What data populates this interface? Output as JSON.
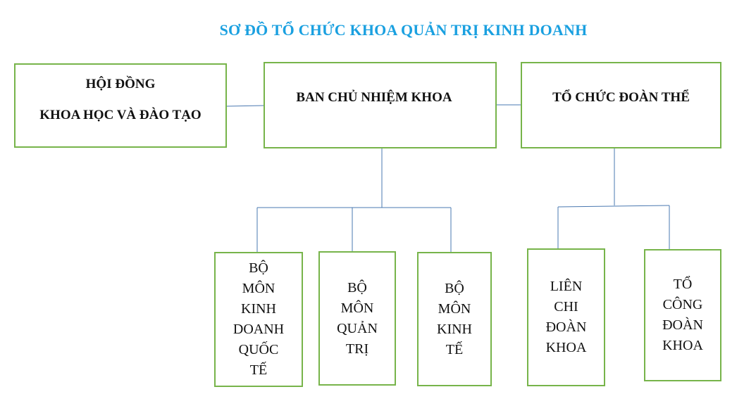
{
  "title": "SƠ ĐỒ TỔ CHỨC KHOA QUẢN TRỊ KINH DOANH",
  "boxes": {
    "council": {
      "line1": "HỘI ĐỒNG",
      "line2": "KHOA HỌC VÀ ĐÀO TẠO"
    },
    "board": {
      "label": "BAN CHỦ NHIỆM KHOA"
    },
    "unions": {
      "label": "TỔ CHỨC ĐOÀN THỂ"
    },
    "dept_international": {
      "lines": [
        "BỘ",
        "MÔN",
        "KINH",
        "DOANH",
        "QUỐC",
        "TẾ"
      ]
    },
    "dept_management": {
      "lines": [
        "BỘ",
        "MÔN",
        "QUẢN",
        "TRỊ"
      ]
    },
    "dept_economics": {
      "lines": [
        "BỘ",
        "MÔN",
        "KINH",
        "TẾ"
      ]
    },
    "youth_union": {
      "lines": [
        "LIÊN",
        "CHI",
        "ĐOÀN",
        "KHOA"
      ]
    },
    "trade_union": {
      "lines": [
        "TỔ",
        "CÔNG",
        "ĐOÀN",
        "KHOA"
      ]
    }
  },
  "colors": {
    "title": "#1aa0e0",
    "box_border": "#77b44a",
    "connector": "#4a78b0"
  }
}
